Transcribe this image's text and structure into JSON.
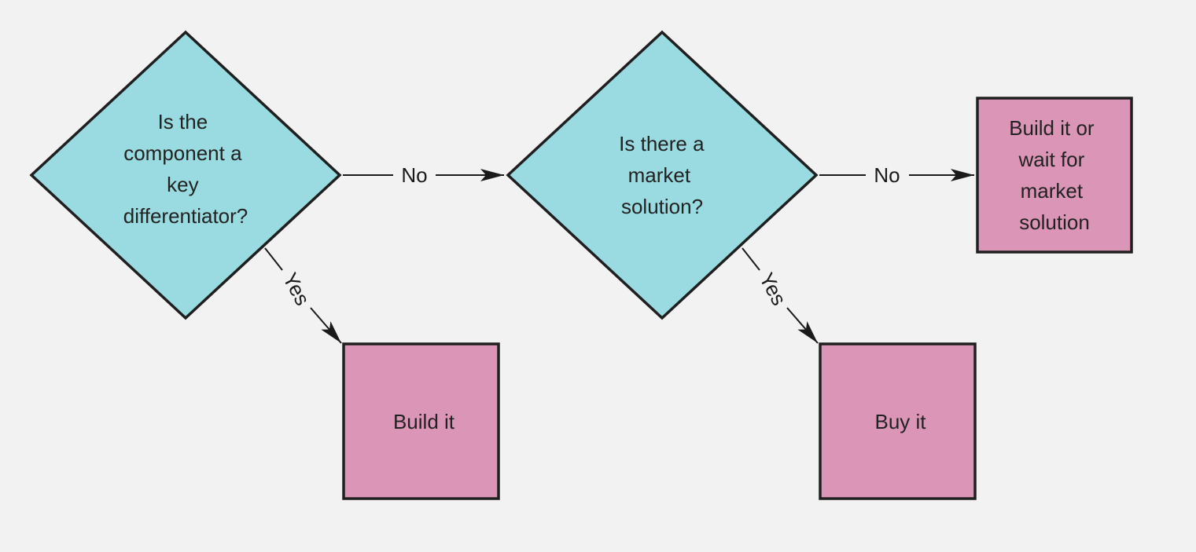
{
  "colors": {
    "background": "#f2f2f2",
    "decision_fill": "#99dbe0",
    "outcome_fill": "#db95b7",
    "stroke": "#1f1f1f"
  },
  "nodes": {
    "decision1": {
      "lines": [
        "Is the",
        "component a",
        "key",
        "differentiator?"
      ]
    },
    "decision2": {
      "lines": [
        "Is there a",
        "market",
        "solution?"
      ]
    },
    "outcome_build": {
      "lines": [
        "Build it"
      ]
    },
    "outcome_buy": {
      "lines": [
        "Buy it"
      ]
    },
    "outcome_build_or_wait": {
      "lines": [
        "Build it or",
        "wait for",
        "market",
        "solution"
      ]
    }
  },
  "edges": {
    "d1_no": "No",
    "d1_yes": "Yes",
    "d2_no": "No",
    "d2_yes": "Yes"
  }
}
